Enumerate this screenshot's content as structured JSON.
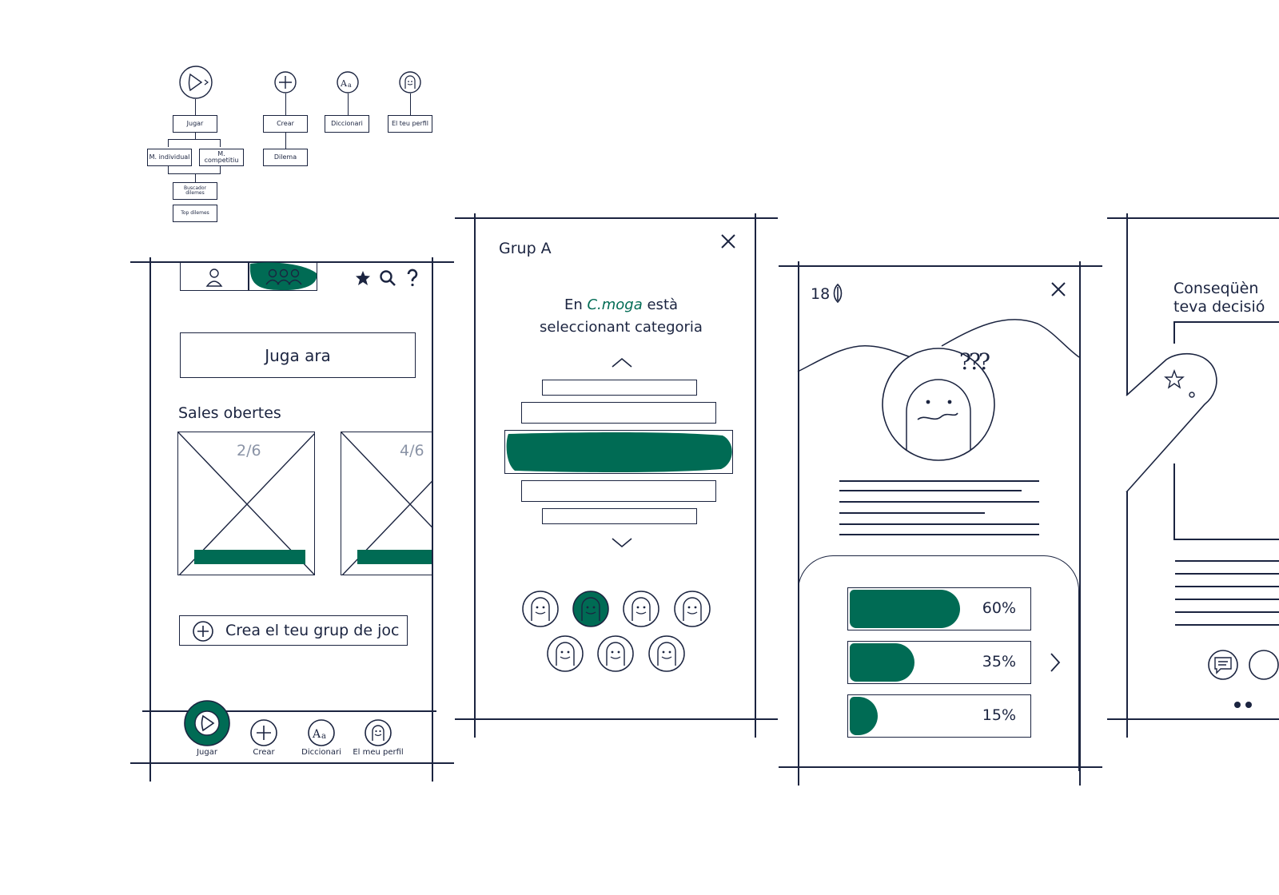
{
  "sitemap": {
    "nodes": {
      "jugar": "Jugar",
      "crear": "Crear",
      "diccionari": "Diccionari",
      "el_teu_perfil": "El teu perfil",
      "m_individual": "M. individual",
      "m_competitiu": "M. competitiu",
      "dilema": "Dilema",
      "buscador_dilemes_1": "Buscador",
      "buscador_dilemes_2": "dilemes",
      "top_dilemes": "Top dilemes"
    }
  },
  "screen_home": {
    "play_now": "Juga ara",
    "open_rooms_title": "Sales obertes",
    "rooms": [
      {
        "count": "2/6"
      },
      {
        "count": "4/6"
      }
    ],
    "create_group": "Crea el teu grup de joc",
    "nav": [
      {
        "label": "Jugar",
        "icon": "play-icon"
      },
      {
        "label": "Crear",
        "icon": "plus-icon"
      },
      {
        "label": "Diccionari",
        "icon": "dictionary-icon"
      },
      {
        "label": "El meu perfil",
        "icon": "profile-icon"
      }
    ]
  },
  "screen_group": {
    "title": "Grup A",
    "status_prefix": "En ",
    "status_user": "C.moga",
    "status_suffix": " està",
    "status_line2": "seleccionant categoria"
  },
  "screen_results": {
    "score": "18",
    "confusion": "???",
    "options": [
      {
        "percent_label": "60%",
        "value": 60
      },
      {
        "percent_label": "35%",
        "value": 35
      },
      {
        "percent_label": "15%",
        "value": 15
      }
    ]
  },
  "screen_consequences": {
    "title_line1": "Conseqüèn",
    "title_line2": "teva decisió"
  },
  "colors": {
    "accent": "#006b54",
    "ink": "#1b2440",
    "muted": "#8a93a6"
  }
}
